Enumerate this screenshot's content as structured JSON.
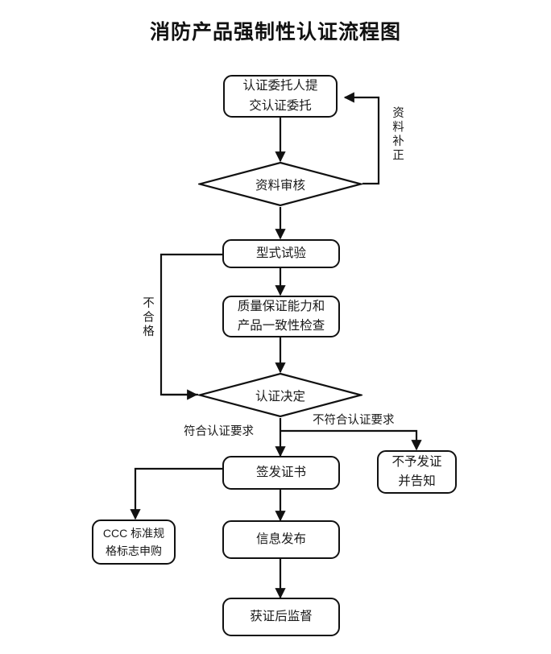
{
  "title": "消防产品强制性认证流程图",
  "nodes": {
    "apply": {
      "label": "认证委托人提\n交认证委托"
    },
    "doc_review": {
      "label": "资料审核"
    },
    "type_test": {
      "label": "型式试验"
    },
    "quality_check": {
      "label": "质量保证能力和\n产品一致性检查"
    },
    "decision": {
      "label": "认证决定"
    },
    "issue_cert": {
      "label": "签发证书"
    },
    "no_cert": {
      "label": "不予发证\n并告知"
    },
    "ccc_mark": {
      "label": "CCC 标准规\n格标志申购"
    },
    "info_publish": {
      "label": "信息发布"
    },
    "post_supervise": {
      "label": "获证后监督"
    }
  },
  "edge_labels": {
    "doc_supplement": "资料补正",
    "fail": "不合格",
    "conform": "符合认证要求",
    "nonconform": "不符合认证要求"
  },
  "colors": {
    "stroke": "#111111",
    "text": "#1a1a1a",
    "background": "#ffffff"
  }
}
